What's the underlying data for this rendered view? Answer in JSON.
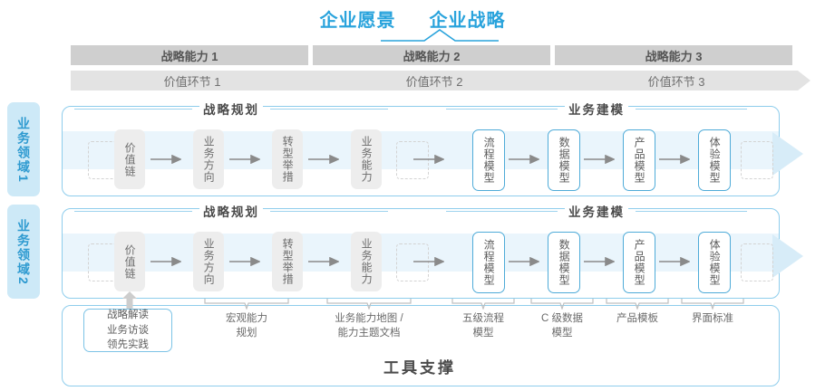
{
  "header": {
    "title_left": "企业愿景",
    "title_right": "企业战略",
    "accent_color": "#29a3dc"
  },
  "capability_bars": [
    {
      "label": "战略能力 1"
    },
    {
      "label": "战略能力 2"
    },
    {
      "label": "战略能力 3"
    }
  ],
  "value_bars": [
    {
      "label": "价值环节 1"
    },
    {
      "label": "价值环节 2"
    },
    {
      "label": "价值环节 3"
    }
  ],
  "side_labels": [
    {
      "text": "业务领域",
      "number": "1"
    },
    {
      "text": "业务领域",
      "number": "2"
    }
  ],
  "section_headers": {
    "planning": "战略规划",
    "modeling": "业务建模"
  },
  "nodes": {
    "planning": [
      {
        "label": "价值链",
        "style": "gray"
      },
      {
        "label": "业务方向",
        "style": "gray"
      },
      {
        "label": "转型举措",
        "style": "gray"
      },
      {
        "label": "业务能力",
        "style": "gray"
      }
    ],
    "modeling": [
      {
        "label": "流程模型",
        "style": "blue"
      },
      {
        "label": "数据模型",
        "style": "blue"
      },
      {
        "label": "产品模型",
        "style": "blue"
      },
      {
        "label": "体验模型",
        "style": "blue"
      }
    ]
  },
  "tool_support": {
    "title": "工具支撑",
    "input_box": "战略解读\n业务访谈\n领先实践",
    "items": [
      {
        "label": "宏观能力\n规划"
      },
      {
        "label": "业务能力地图 /\n能力主题文档"
      },
      {
        "label": "五级流程\n模型"
      },
      {
        "label": "C 级数据\n模型"
      },
      {
        "label": "产品模板"
      },
      {
        "label": "界面标准"
      }
    ]
  },
  "colors": {
    "blue": "#29a3dc",
    "light_blue_fill": "#cde9f7",
    "band": "#eaf5fc",
    "cap_gray": "#cfcfcf",
    "val_gray": "#e3e3e3",
    "node_gray": "#ededed"
  }
}
